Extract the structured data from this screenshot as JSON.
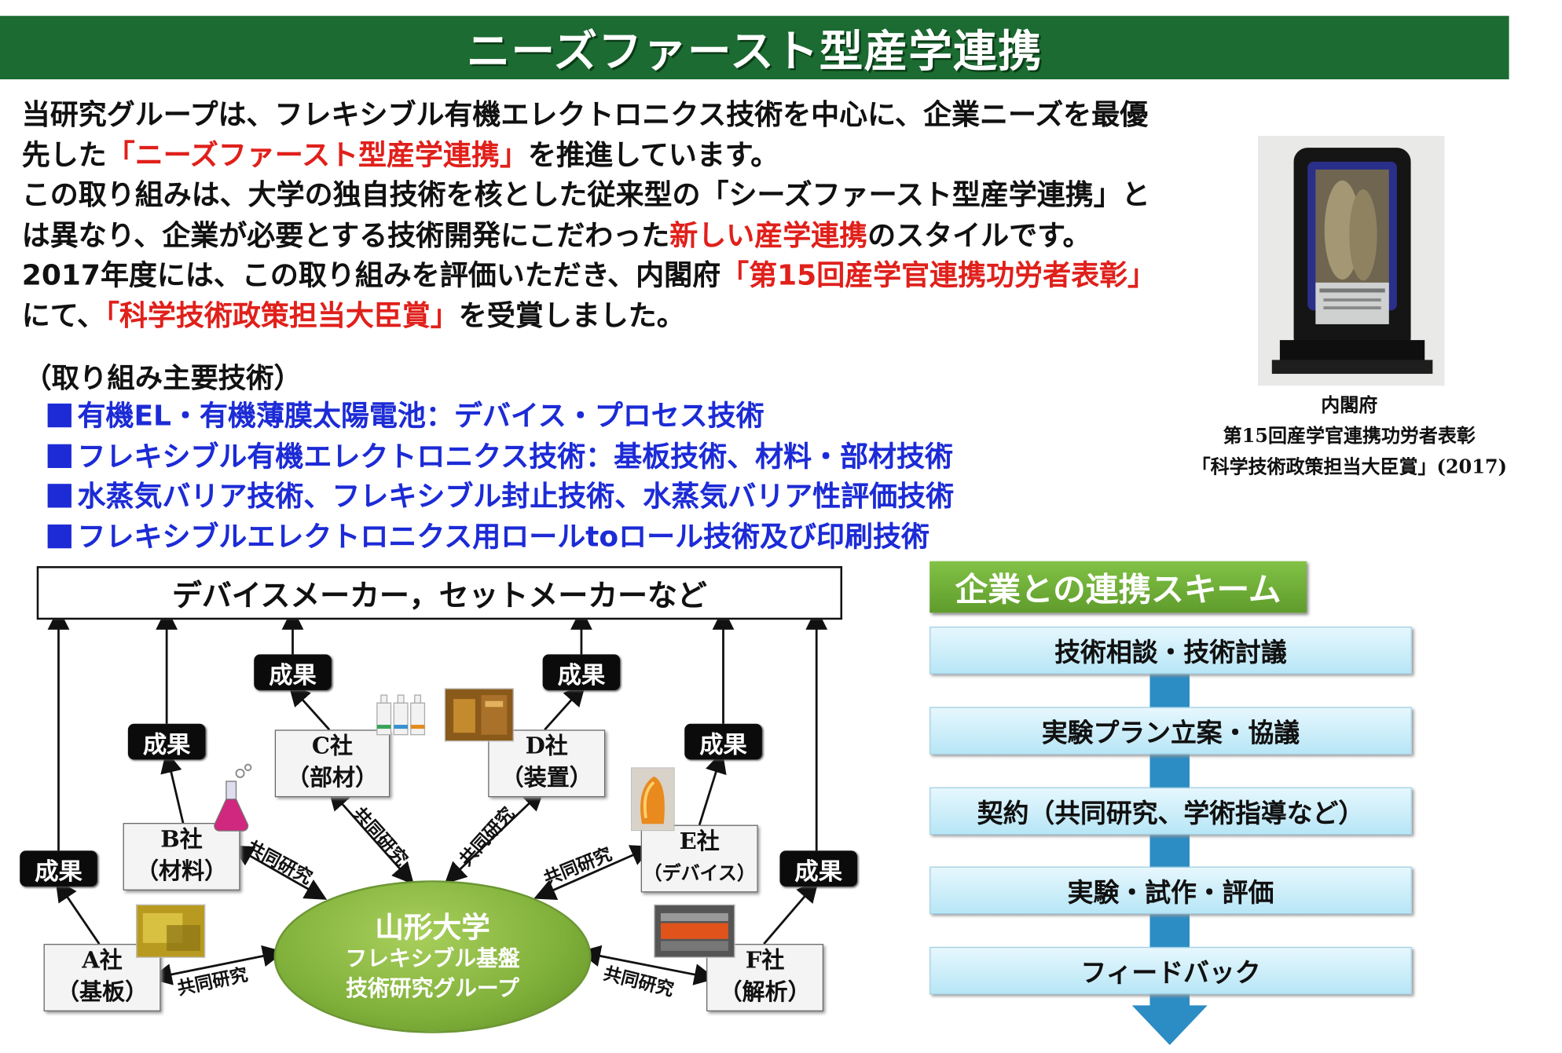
{
  "banner": {
    "title": "ニーズファースト型産学連携"
  },
  "intro": {
    "l1": "当研究グループは、フレキシブル有機エレクトロニクス技術を中心に、企業ニーズを最優",
    "l2a": "先した",
    "l2b": "「ニーズファースト型産学連携」",
    "l2c": "を推進しています。",
    "l3": "この取り組みは、大学の独自技術を核とした従来型の「シーズファースト型産学連携」と",
    "l4a": "は異なり、企業が必要とする技術開発にこだわった",
    "l4b": "新しい産学連携",
    "l4c": "のスタイルです。",
    "l5a": "2017年度には、この取り組みを評価いただき、内閣府",
    "l5b": "「第15回産学官連携功労者表彰」",
    "l6a": "にて、",
    "l6b": "「科学技術政策担当大臣賞」",
    "l6c": "を受賞しました。"
  },
  "award": {
    "caption1": "内閣府",
    "caption2": "第15回産学官連携功労者表彰",
    "caption3": "「科学技術政策担当大臣賞」(2017)"
  },
  "tech": {
    "heading": "（取り組み主要技術）",
    "items": [
      "有機EL・有機薄膜太陽電池：デバイス・プロセス技術",
      "フレキシブル有機エレクトロニクス技術：基板技術、材料・部材技術",
      "水蒸気バリア技術、フレキシブル封止技術、水蒸気バリア性評価技術",
      "フレキシブルエレクトロニクス用ロールtoロール技術及び印刷技術"
    ]
  },
  "diagram": {
    "makers": "デバイスメーカー，セットメーカーなど",
    "result_label": "成果",
    "joint_research": "共同研究",
    "companies": {
      "a": {
        "name": "A社",
        "role": "（基板）"
      },
      "b": {
        "name": "B社",
        "role": "（材料）"
      },
      "c": {
        "name": "C社",
        "role": "（部材）"
      },
      "d": {
        "name": "D社",
        "role": "（装置）"
      },
      "e": {
        "name": "E社",
        "role": "（デバイス）"
      },
      "f": {
        "name": "F社",
        "role": "（解析）"
      }
    },
    "university": {
      "name": "山形大学",
      "sub1": "フレキシブル基盤",
      "sub2": "技術研究グループ"
    }
  },
  "scheme": {
    "title": "企業との連携スキーム",
    "steps": [
      "技術相談・技術討議",
      "実験プラン立案・協議",
      "契約（共同研究、学術指導など）",
      "実験・試作・評価",
      "フィードバック"
    ]
  },
  "colors": {
    "banner": "#1c6b32",
    "emphasis_red": "#e0201b",
    "tech_blue": "#1c2bd6",
    "university_green": "#7fb03a",
    "flow_blue": "#2c8cc4"
  }
}
